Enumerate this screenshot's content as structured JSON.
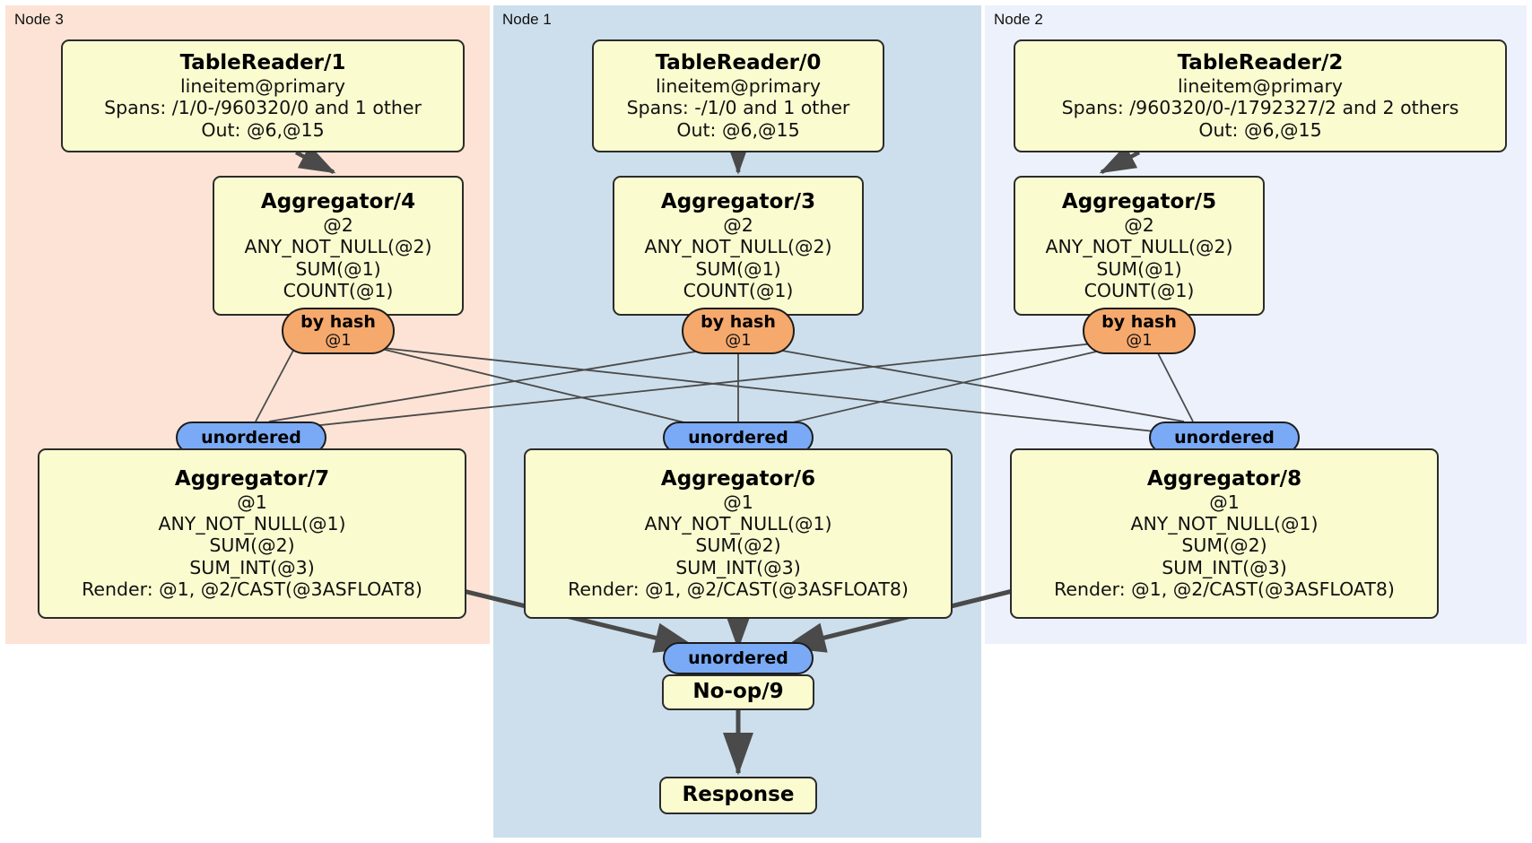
{
  "diagram": {
    "type": "distributed-query-plan",
    "colors": {
      "node3_bg": "#fce3d5",
      "node1_bg": "#cddfec",
      "node2_bg": "#ecf1fb",
      "processor_fill": "#fbfbd0",
      "processor_stroke": "#2b2b2b",
      "hash_router_fill": "#f6a96d",
      "synchronizer_fill": "#7aaaf5",
      "edge_color": "#4a4a4a"
    },
    "nodes": [
      {
        "id": "node3",
        "label": "Node 3"
      },
      {
        "id": "node1",
        "label": "Node 1"
      },
      {
        "id": "node2",
        "label": "Node 2"
      }
    ],
    "processors": {
      "table_reader_1": {
        "title": "TableReader/1",
        "lines": [
          "lineitem@primary",
          "Spans: /1/0-/960320/0 and 1 other",
          "Out: @6,@15"
        ]
      },
      "table_reader_0": {
        "title": "TableReader/0",
        "lines": [
          "lineitem@primary",
          "Spans: -/1/0 and 1 other",
          "Out: @6,@15"
        ]
      },
      "table_reader_2": {
        "title": "TableReader/2",
        "lines": [
          "lineitem@primary",
          "Spans: /960320/0-/1792327/2 and 2 others",
          "Out: @6,@15"
        ]
      },
      "aggregator_4": {
        "title": "Aggregator/4",
        "lines": [
          "@2",
          "ANY_NOT_NULL(@2)",
          "SUM(@1)",
          "COUNT(@1)"
        ]
      },
      "aggregator_3": {
        "title": "Aggregator/3",
        "lines": [
          "@2",
          "ANY_NOT_NULL(@2)",
          "SUM(@1)",
          "COUNT(@1)"
        ]
      },
      "aggregator_5": {
        "title": "Aggregator/5",
        "lines": [
          "@2",
          "ANY_NOT_NULL(@2)",
          "SUM(@1)",
          "COUNT(@1)"
        ]
      },
      "aggregator_7": {
        "title": "Aggregator/7",
        "lines": [
          "@1",
          "ANY_NOT_NULL(@1)",
          "SUM(@2)",
          "SUM_INT(@3)",
          "Render: @1, @2/CAST(@3ASFLOAT8)"
        ]
      },
      "aggregator_6": {
        "title": "Aggregator/6",
        "lines": [
          "@1",
          "ANY_NOT_NULL(@1)",
          "SUM(@2)",
          "SUM_INT(@3)",
          "Render: @1, @2/CAST(@3ASFLOAT8)"
        ]
      },
      "aggregator_8": {
        "title": "Aggregator/8",
        "lines": [
          "@1",
          "ANY_NOT_NULL(@1)",
          "SUM(@2)",
          "SUM_INT(@3)",
          "Render: @1, @2/CAST(@3ASFLOAT8)"
        ]
      },
      "noop_9": {
        "title": "No-op/9",
        "lines": []
      },
      "response": {
        "title": "Response",
        "lines": []
      }
    },
    "routers": {
      "hash_left": {
        "label": "by hash",
        "sublabel": "@1"
      },
      "hash_center": {
        "label": "by hash",
        "sublabel": "@1"
      },
      "hash_right": {
        "label": "by hash",
        "sublabel": "@1"
      }
    },
    "synchronizers": {
      "sync_left": {
        "label": "unordered"
      },
      "sync_center": {
        "label": "unordered"
      },
      "sync_right": {
        "label": "unordered"
      },
      "sync_final": {
        "label": "unordered"
      }
    }
  }
}
